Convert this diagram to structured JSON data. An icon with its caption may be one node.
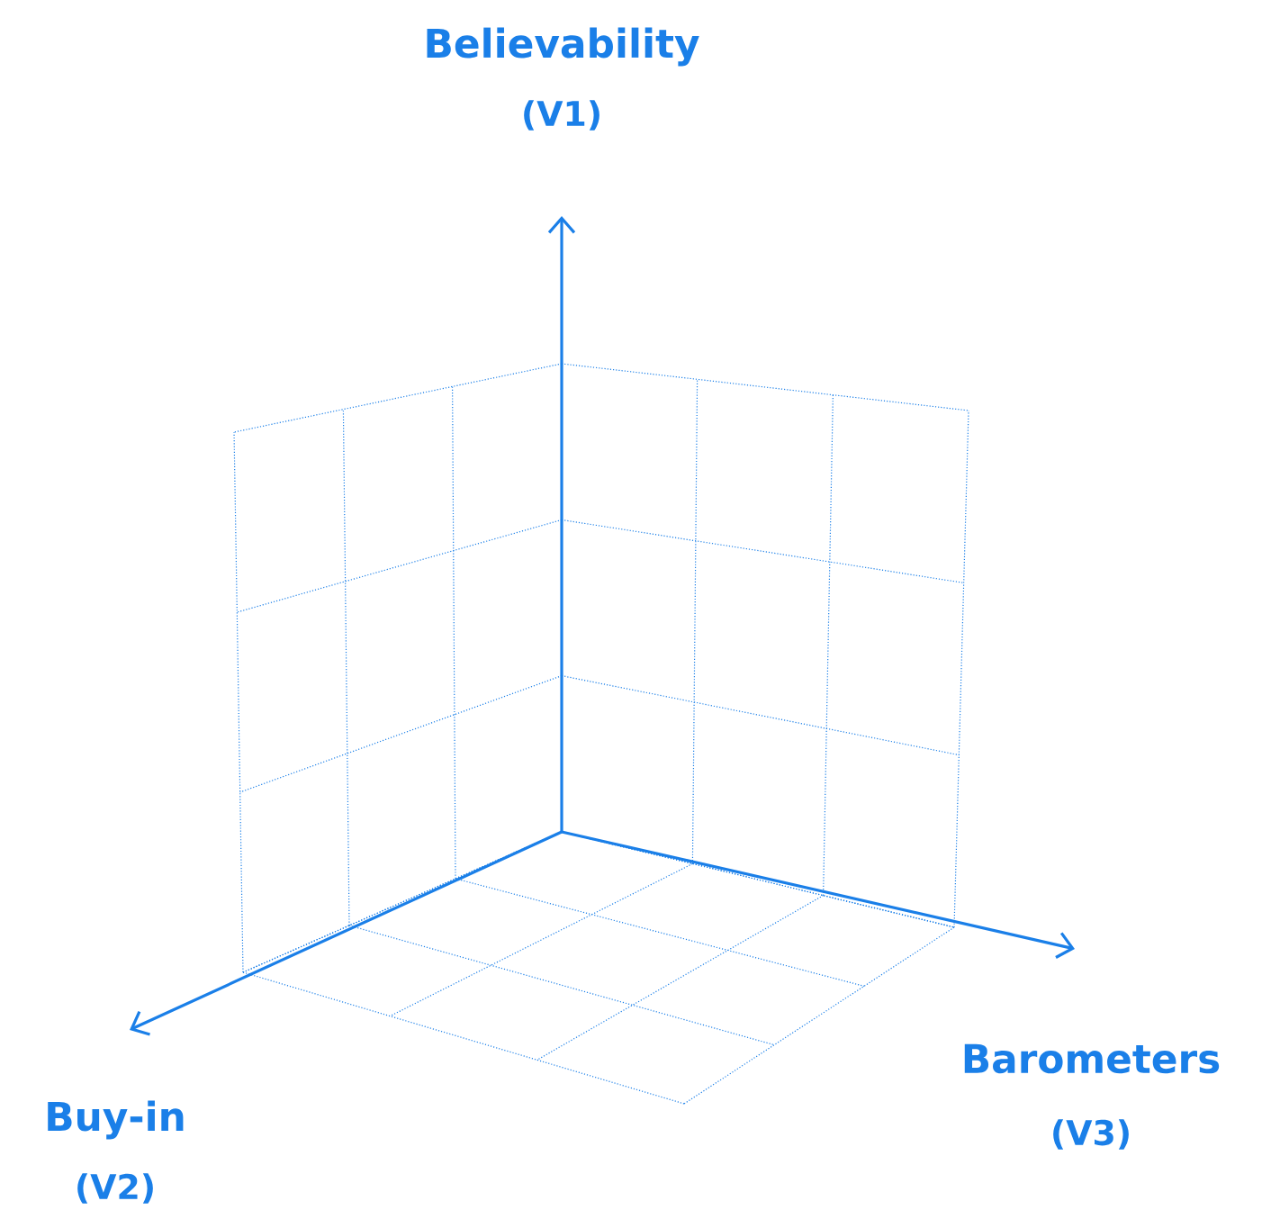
{
  "diagram": {
    "labels": [
      "Believability",
      "(V1)",
      "Buy-in",
      "(V2)",
      "Barometers",
      "(V3)"
    ]
  }
}
